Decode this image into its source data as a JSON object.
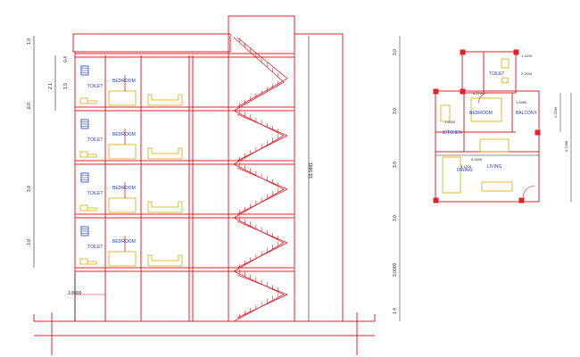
{
  "colors": {
    "wall": "#e0232b",
    "furniture": "#d9a800",
    "dim": "#222222",
    "label": "#1f3fc4",
    "background": "#ffffff"
  },
  "section": {
    "floor_labels": {
      "toilet": "TOILET",
      "bedroom": "BEDROOM"
    },
    "left_dims": [
      "1.0",
      "0.4",
      "2.1",
      "1.9",
      "6.0",
      "3.0",
      "3.0",
      "3.0000"
    ],
    "height_dim": "19.9481"
  },
  "plan": {
    "rooms": {
      "toilet": "TOILET",
      "bedroom": "BEDROOM",
      "balcony": "BALCONY",
      "kitchen": "KITCHEN",
      "dining": "DINING",
      "living": "LIVING"
    },
    "dims": {
      "d1": "2.2104",
      "d2": "1.1100",
      "d3": "1.6400",
      "d4": "4.2700",
      "d5": "1.6400",
      "d6": "3.1200",
      "d7": "6.5400",
      "d8": "2.2596",
      "d9": "5.7496"
    },
    "left_dims": [
      "3.0",
      "3.0",
      "3.0",
      "3.0",
      "3.0000",
      "1.4"
    ]
  }
}
